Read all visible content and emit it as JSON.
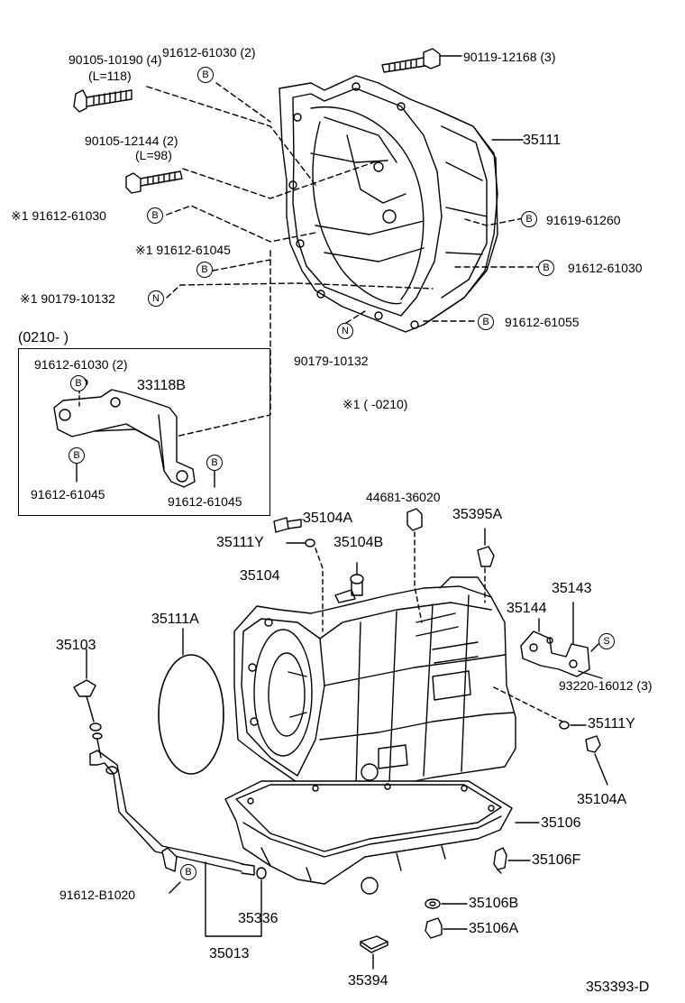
{
  "diagram": {
    "callouts": {
      "p90105_10190": "90105-10190 (4)",
      "l118": "(L=118)",
      "p91612_61030_2_top": "91612-61030 (2)",
      "p90119_12168": "90119-12168 (3)",
      "p35111": "35111",
      "p90105_12144": "90105-12144 (2)",
      "l98": "(L=98)",
      "p91612_61030_star": "※1 91612-61030",
      "p91619_61260": "91619-61260",
      "p91612_61045_star": "※1 91612-61045",
      "p91612_61030_right": "91612-61030",
      "p90179_10132_star": "※1 90179-10132",
      "p91612_61055": "91612-61055",
      "p90179_10132": "90179-10132",
      "note_0210_from": "(0210-        )",
      "note_0210_to": "※1 (        -0210)",
      "inset_91612_61030": "91612-61030 (2)",
      "p33118B": "33118B",
      "inset_91612_61045_a": "91612-61045",
      "inset_91612_61045_b": "91612-61045",
      "p44681_36020": "44681-36020",
      "p35104A_top": "35104A",
      "p35395A": "35395A",
      "p35111Y_top": "35111Y",
      "p35104B": "35104B",
      "p35143": "35143",
      "p35104": "35104",
      "p35144": "35144",
      "p35111A": "35111A",
      "p35103": "35103",
      "p93220_16012": "93220-16012 (3)",
      "p35111Y_right": "35111Y",
      "p35104A_right": "35104A",
      "p35106": "35106",
      "p35106F": "35106F",
      "p91612_B1020": "91612-B1020",
      "p35106B": "35106B",
      "p35336": "35336",
      "p35106A": "35106A",
      "p35013": "35013",
      "p35394": "35394",
      "drawing_number": "353393-D"
    },
    "symbols": {
      "b": "B",
      "n": "N",
      "s": "S"
    }
  }
}
